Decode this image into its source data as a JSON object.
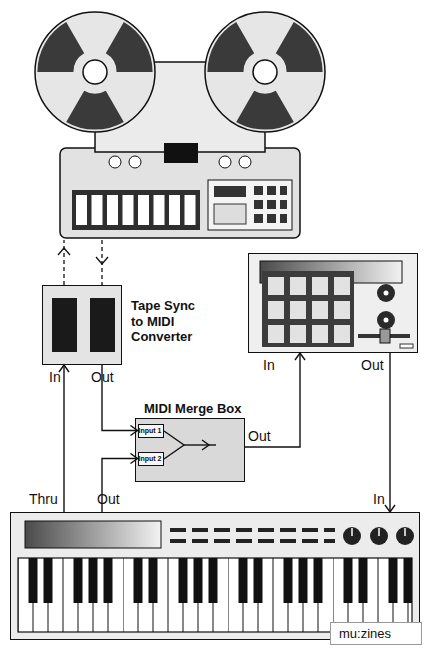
{
  "diagram": {
    "nodes": [
      {
        "text": [
          "Tape Sync to MIDI Converter",
          "In",
          "Out"
        ]
      },
      {
        "text": [
          "In",
          "Out"
        ]
      },
      {
        "text": [
          "MIDI Merge Box",
          "Out"
        ]
      },
      {
        "text": [
          "Input 1"
        ],
        "in": 2
      },
      {
        "text": [
          "Input 2"
        ],
        "in": 2
      },
      {
        "text": [
          "Thru",
          "Out",
          "In"
        ]
      }
    ],
    "edges": [
      {
        "from": 5,
        "to": 0,
        "arrow": "to"
      },
      {
        "from": 0,
        "to": 3,
        "arrow": "to"
      },
      {
        "from": 5,
        "to": 4,
        "arrow": "to"
      },
      {
        "from": 2,
        "to": 1,
        "arrow": "to"
      },
      {
        "from": 1,
        "to": 5,
        "arrow": "to"
      }
    ],
    "labels": [
      "mu:zines"
    ]
  }
}
